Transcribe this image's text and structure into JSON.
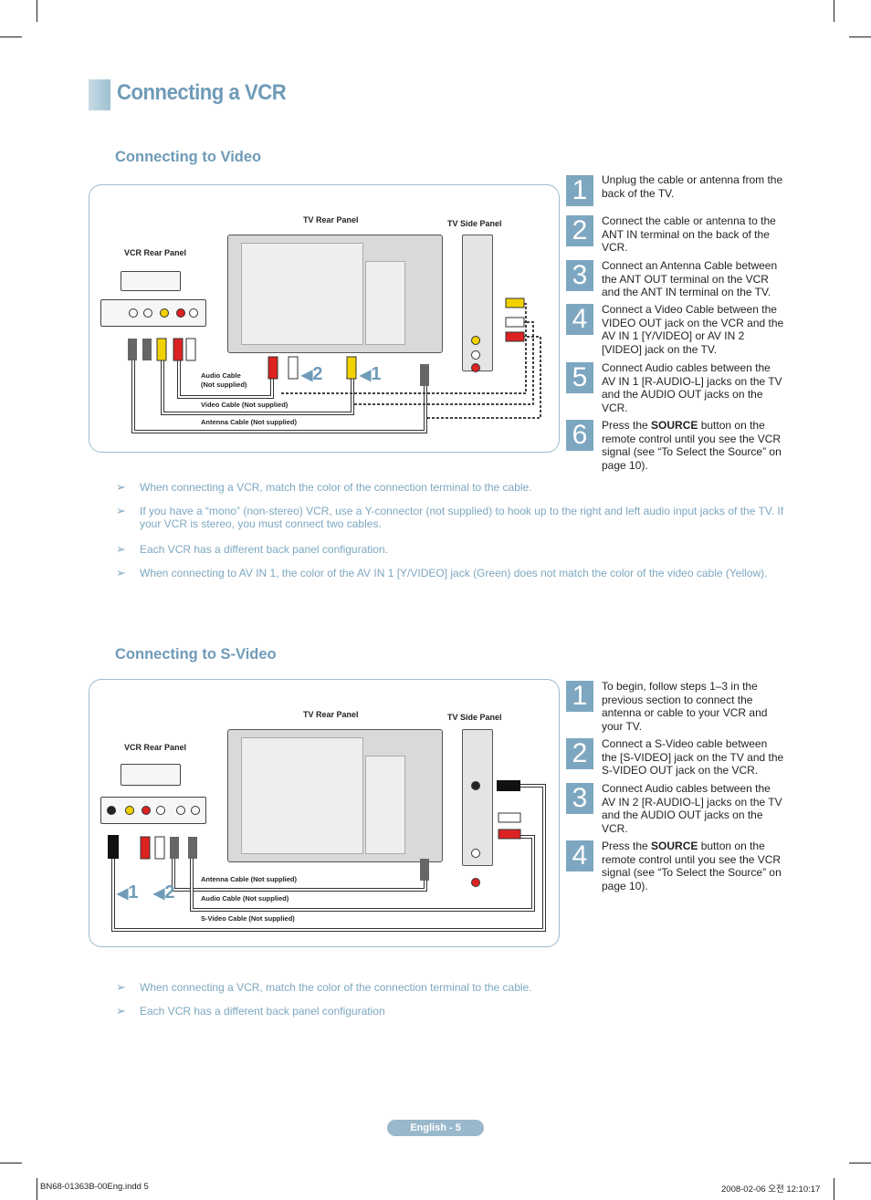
{
  "page": {
    "title": "Connecting a VCR",
    "footer_label": "English - 5",
    "slug_left": "BN68-01363B-00Eng.indd   5",
    "slug_right": "2008-02-06   오전 12:10:17"
  },
  "video_section": {
    "heading": "Connecting to Video",
    "labels": {
      "tv_rear": "TV Rear Panel",
      "tv_side": "TV Side Panel",
      "vcr_rear": "VCR Rear Panel",
      "audio_cable": "Audio Cable\n(Not supplied)",
      "video_cable": "Video Cable (Not supplied)",
      "antenna_cable": "Antenna Cable (Not supplied)",
      "ind_2": "2",
      "ind_1": "1"
    },
    "steps": [
      {
        "num": "1",
        "text": "Unplug the cable or antenna from the back of the TV."
      },
      {
        "num": "2",
        "text": "Connect the cable or antenna to the ANT IN terminal on the back of the VCR."
      },
      {
        "num": "3",
        "text": "Connect an Antenna Cable between the ANT OUT terminal on the VCR and the ANT IN terminal on the TV."
      },
      {
        "num": "4",
        "text": "Connect a Video Cable between the VIDEO OUT jack on the VCR and the AV IN 1 [Y/VIDEO] or AV IN 2 [VIDEO] jack on the TV."
      },
      {
        "num": "5",
        "text": "Connect Audio cables between the AV IN 1 [R-AUDIO-L] jacks on the TV and the AUDIO OUT jacks on the VCR."
      },
      {
        "num": "6",
        "text_before": "Press the ",
        "text_bold": "SOURCE",
        "text_after": " button on the remote control until you see the VCR signal (see “To Select the Source” on page 10)."
      }
    ],
    "notes": [
      "When connecting a VCR, match the color of the connection terminal to the cable.",
      "If you have a “mono” (non-stereo) VCR, use a Y-connector (not supplied) to hook up to the right and left audio input jacks of the TV. If your VCR is stereo, you must connect two cables.",
      "Each VCR has a different back panel configuration.",
      "When connecting to AV IN 1, the color of the AV IN 1 [Y/VIDEO] jack (Green) does not match the color of the video cable (Yellow)."
    ]
  },
  "svideo_section": {
    "heading": "Connecting to S-Video",
    "labels": {
      "tv_rear": "TV Rear Panel",
      "tv_side": "TV Side Panel",
      "vcr_rear": "VCR Rear Panel",
      "antenna_cable": "Antenna Cable (Not supplied)",
      "audio_cable": "Audio Cable (Not supplied)",
      "svideo_cable": "S-Video Cable (Not supplied)",
      "ind_1": "1",
      "ind_2": "2"
    },
    "steps": [
      {
        "num": "1",
        "text": "To begin, follow steps 1–3 in the previous section to connect the antenna or cable to your VCR and your TV."
      },
      {
        "num": "2",
        "text": "Connect a S-Video cable between the [S-VIDEO] jack on the TV and the S-VIDEO OUT jack on the VCR."
      },
      {
        "num": "3",
        "text": "Connect Audio cables between the AV IN 2 [R-AUDIO-L] jacks on the TV and the AUDIO OUT jacks on the VCR."
      },
      {
        "num": "4",
        "text_before": "Press the ",
        "text_bold": "SOURCE",
        "text_after": " button on the remote control until you see the VCR signal (see “To Select the Source” on page 10)."
      }
    ],
    "notes": [
      "When connecting a VCR, match the color of the connection terminal to the cable.",
      "Each VCR has a different back panel configuration"
    ]
  },
  "icons": {
    "note_arrow": "➢",
    "indicator_arrow": "◀"
  },
  "colors": {
    "accent": "#6f9bb8",
    "step_box": "#7da7c0",
    "note_text": "#7da7c0",
    "border": "#9dbccd"
  }
}
